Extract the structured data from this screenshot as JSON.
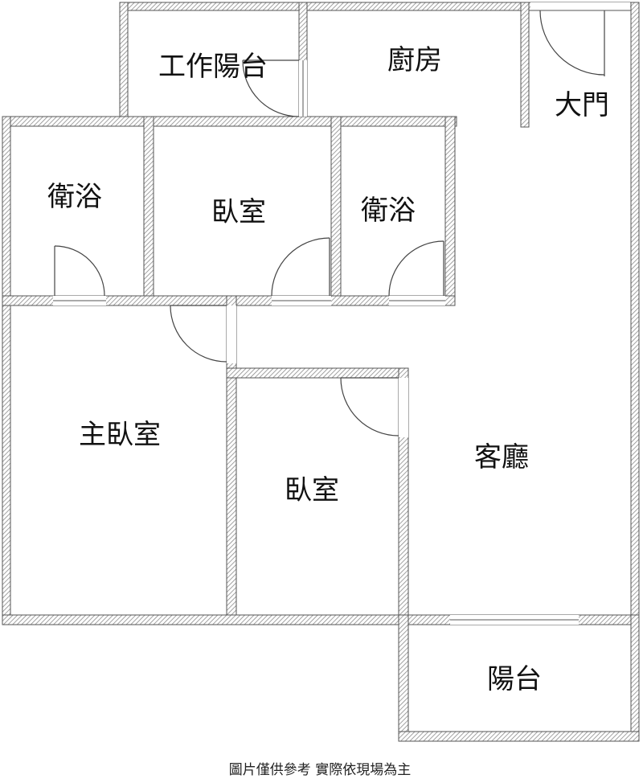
{
  "rooms": {
    "utility_balcony": "工作陽台",
    "kitchen": "廚房",
    "main_door": "大門",
    "bathroom_left": "衛浴",
    "bedroom_top": "臥室",
    "bathroom_right": "衛浴",
    "master_bedroom": "主臥室",
    "bedroom_middle": "臥室",
    "living_room": "客廳",
    "balcony": "陽台"
  },
  "caption": "圖片僅供參考 實際依現場為主",
  "colors": {
    "wall_hatch": "#8a8a8a",
    "wall_fill": "#ffffff",
    "text": "#111111"
  }
}
